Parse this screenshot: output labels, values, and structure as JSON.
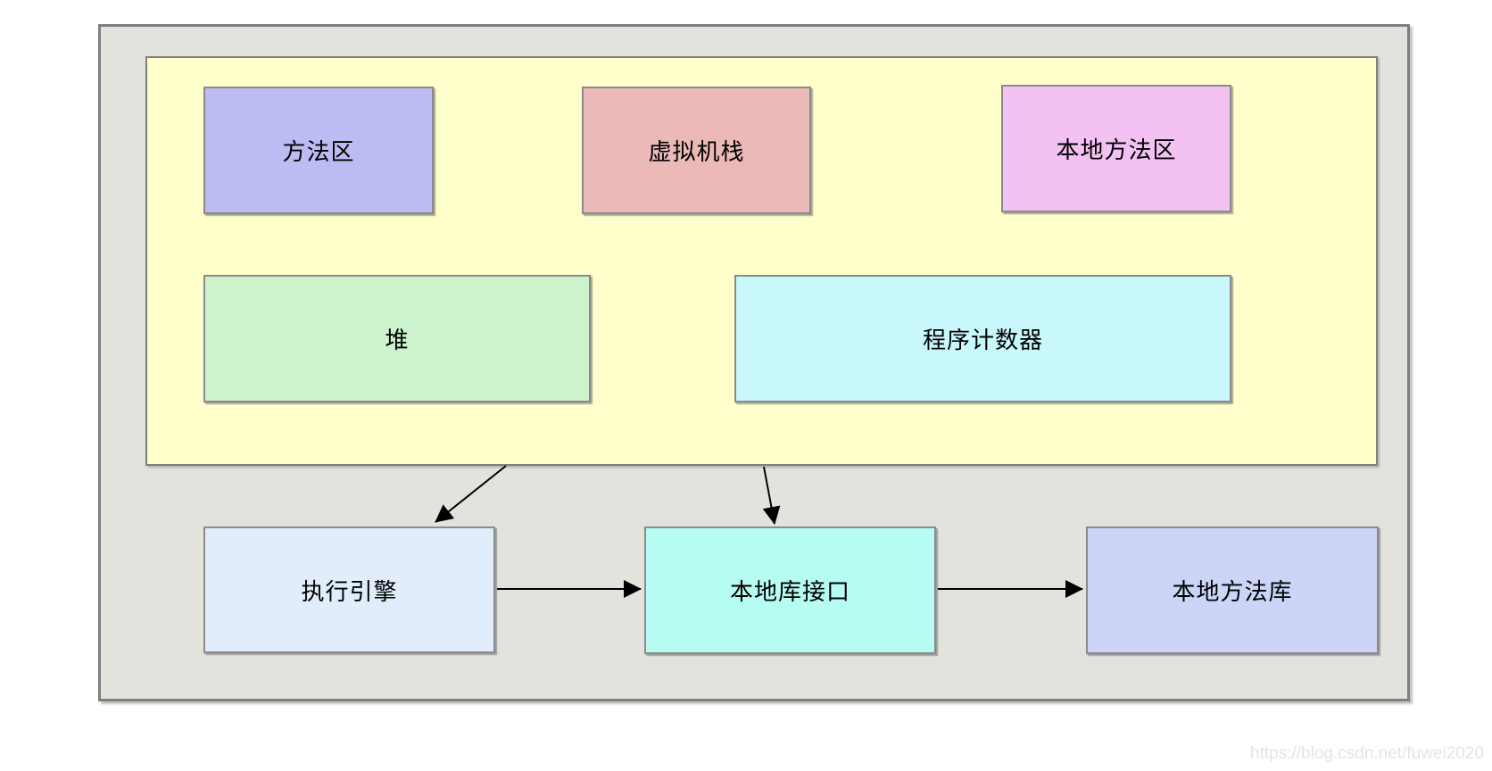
{
  "diagram": {
    "container_bg": "#e3e3de",
    "border_color": "#7f7f7f",
    "arrow_color": "#000000"
  },
  "runtime_area": {
    "bg": "#ffffcb",
    "boxes": {
      "method_area": {
        "label": "方法区",
        "bg": "#bcbcf2"
      },
      "vm_stack": {
        "label": "虚拟机栈",
        "bg": "#ecb9b9"
      },
      "native_method_area": {
        "label": "本地方法区",
        "bg": "#f3c2f3"
      },
      "heap": {
        "label": "堆",
        "bg": "#cdf3cd"
      },
      "program_counter": {
        "label": "程序计数器",
        "bg": "#c8f7fc"
      }
    }
  },
  "engine_row": {
    "boxes": {
      "execution_engine": {
        "label": "执行引擎",
        "bg": "#e2edfb"
      },
      "native_lib_interface": {
        "label": "本地库接口",
        "bg": "#b7fcf2"
      },
      "native_method_library": {
        "label": "本地方法库",
        "bg": "#ccd5f8"
      }
    }
  },
  "watermark": {
    "text": "https://blog.csdn.net/fuwei2020",
    "color": "#e4e4e4"
  }
}
